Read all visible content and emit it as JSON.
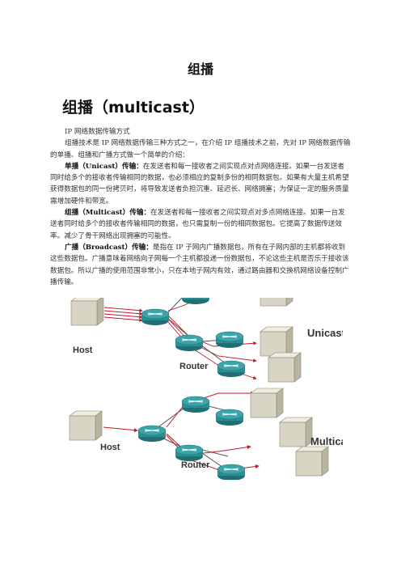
{
  "doc": {
    "page_title": "组播",
    "section_title": "组播（multicast）",
    "intro_heading": "IP 网络数据传输方式",
    "intro": "组播技术是 IP 网络数据传输三种方式之一，在介绍 IP 组播技术之前，先对 IP 网络数据传输的单播、组播和广播方式做一个简单的介绍：",
    "unicast_term": "单播（Unicast）传输：",
    "unicast_text": "在发送者和每一接收者之间实现点对点网络连接。如果一台发送者同时给多个的接收者传输相同的数据，也必须相应的复制多份的相同数据包。如果有大量主机希望获得数据包的同一份拷贝时，将导致发送者负担沉重、延迟长、网络拥塞；为保证一定的服务质量需增加硬件和带宽。",
    "multicast_term": "组播（Multicast）传输：",
    "multicast_text": "在发送者和每一接收者之间实现点对多点网络连接。如果一台发送者同时给多个的接收者传输相同的数据，也只需复制一份的相同数据包。它提高了数据传送效率。减少了骨干网络出现拥塞的可能性。",
    "broadcast_term": "广播（Broadcast）传输：",
    "broadcast_text": "是指在 IP 子网内广播数据包，所有在子网内部的主机都将收到这些数据包。广播意味着网络向子网每一个主机都投递一份数据包，不论这些主机是否乐于接收该数据包。所以广播的使用范围非常小，只在本地子网内有效，通过路由器和交换机网络设备控制广播传输。"
  },
  "diagram": {
    "top_label": "Unicast",
    "bottom_label": "Multicast",
    "host_label": "Host",
    "router_label": "Router",
    "colors": {
      "arrow": "#c0182a",
      "router": "#2a8f93",
      "server": "#d9d5c4"
    }
  }
}
